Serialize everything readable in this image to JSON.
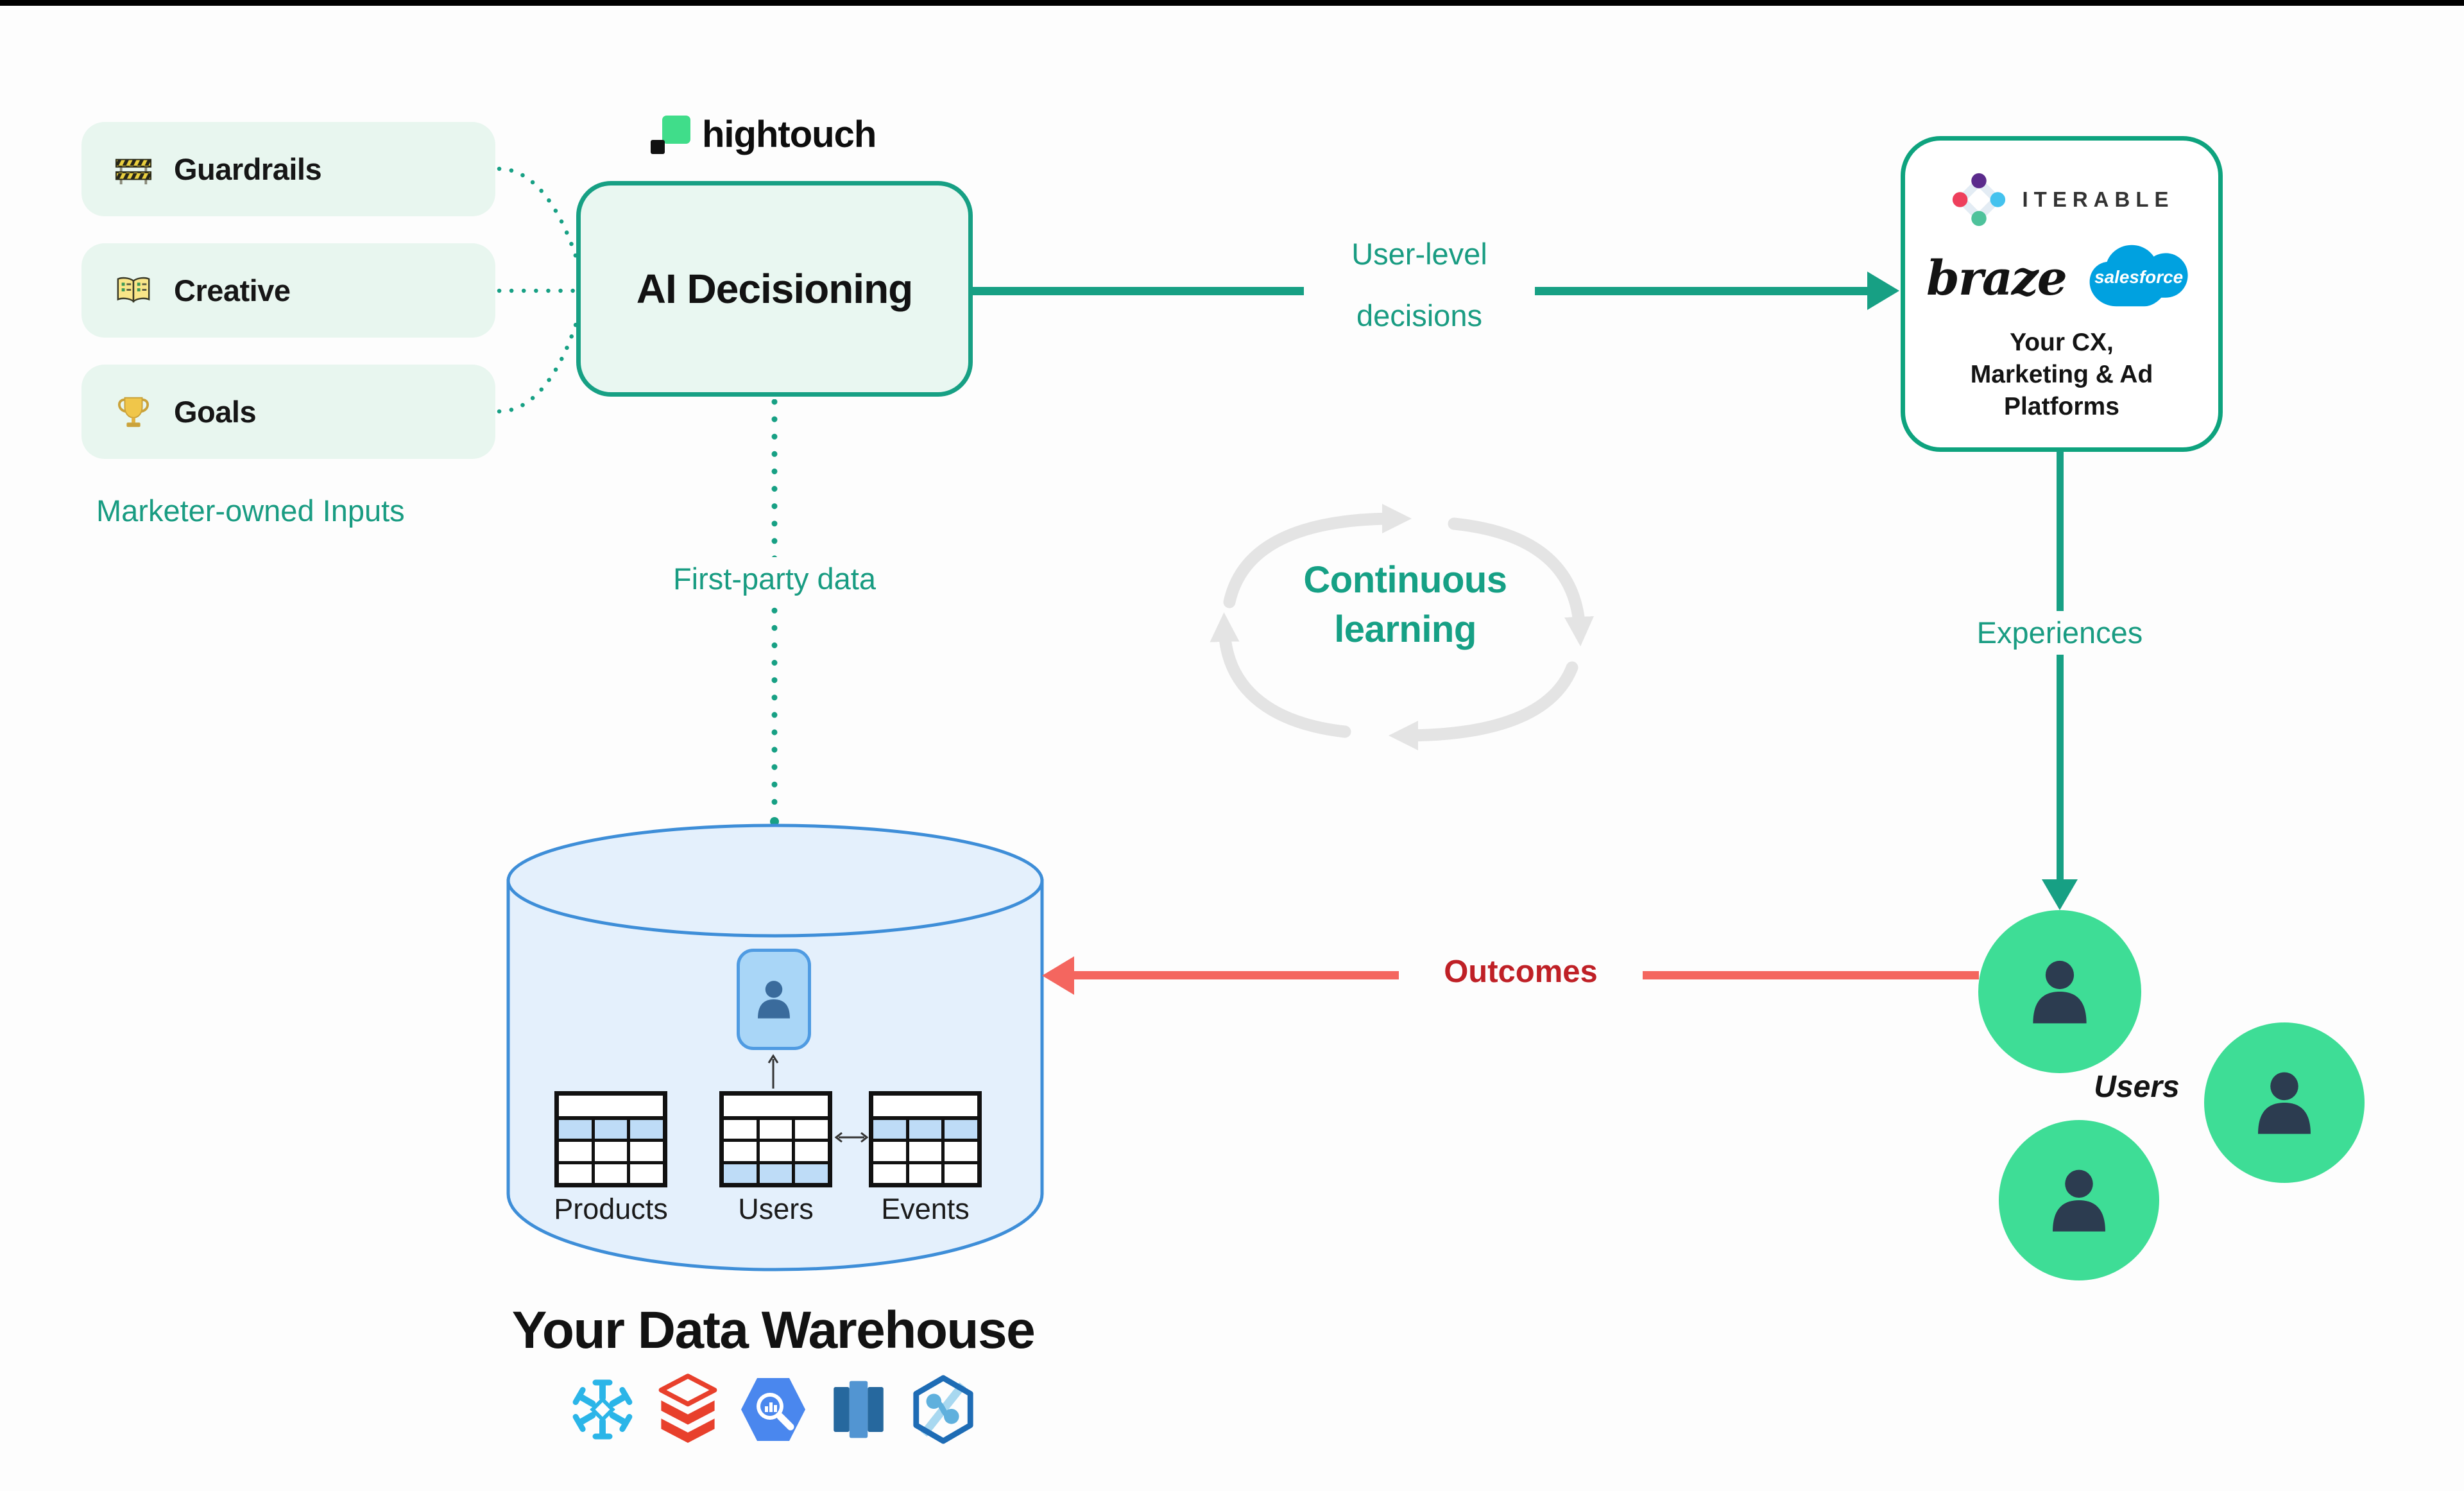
{
  "colors": {
    "teal": "#17a084",
    "mint": "#e8f6ef",
    "ai_box_fill": "#e9f7f1",
    "red_line": "#f4665f",
    "red_text": "#bf2026",
    "warehouse_fill": "#e4f0fc",
    "warehouse_border": "#3e8ed8",
    "user_green": "#3edd96",
    "person_navy": "#2c3c50",
    "cycle_gray": "#e4e4e4",
    "hightouch_green": "#40dd8a"
  },
  "inputs": {
    "items": [
      {
        "label": "Guardrails",
        "icon": "barrier-icon"
      },
      {
        "label": "Creative",
        "icon": "book-icon"
      },
      {
        "label": "Goals",
        "icon": "trophy-icon"
      }
    ],
    "caption": "Marketer-owned Inputs"
  },
  "hightouch": {
    "wordmark": "hightouch",
    "box_label": "AI Decisioning"
  },
  "flows": {
    "user_level_decisions": [
      "User-level",
      "decisions"
    ],
    "first_party_data": "First-party data",
    "continuous_learning": [
      "Continuous",
      "learning"
    ],
    "experiences": "Experiences",
    "outcomes": "Outcomes"
  },
  "platforms": {
    "iterable_wordmark": "ITERABLE",
    "braze_wordmark": "braze",
    "salesforce_wordmark": "salesforce",
    "caption": [
      "Your CX,",
      "Marketing & Ad",
      "Platforms"
    ]
  },
  "warehouse": {
    "title": "Your Data Warehouse",
    "tables": [
      {
        "label": "Products"
      },
      {
        "label": "Users"
      },
      {
        "label": "Events"
      }
    ],
    "vendor_icons": [
      "snowflake-icon",
      "databricks-icon",
      "bigquery-icon",
      "redshift-icon",
      "synapse-icon"
    ]
  },
  "users": {
    "label": "Users"
  }
}
